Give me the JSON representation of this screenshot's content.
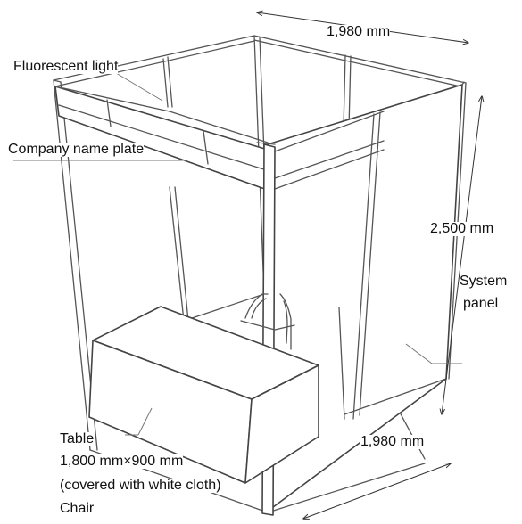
{
  "labels": {
    "fluorescent_light": "Fluorescent light",
    "company_name_plate": "Company name plate",
    "system_panel_line1": "System",
    "system_panel_line2": "panel",
    "table_title": "Table",
    "table_size": "1,800 mm×900 mm",
    "table_note": "(covered with white cloth)",
    "chair": "Chair"
  },
  "dimensions": {
    "width_top": "1,980 mm",
    "height": "2,500 mm",
    "depth": "1,980 mm"
  }
}
